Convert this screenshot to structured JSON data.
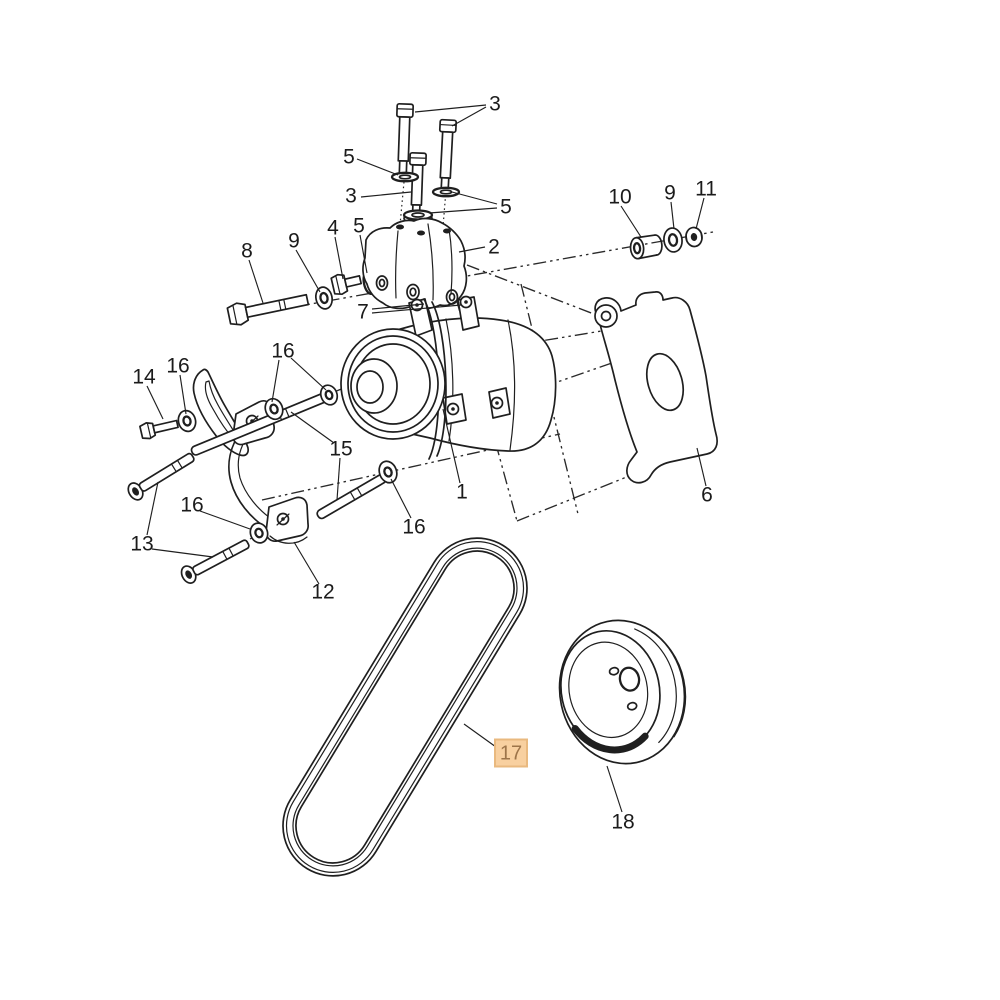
{
  "figure": {
    "type": "exploded-parts-diagram",
    "subject": "compressor mounting, belt and pulley assembly",
    "background_color": "#ffffff",
    "line_color": "#1f1f1f",
    "highlight_fill": "#f8d0a0",
    "highlight_border": "#e9b97f",
    "highlight_text_color": "#9d7449",
    "selected_callout": "17",
    "part_numbers_shown": [
      "1",
      "2",
      "3",
      "4",
      "5",
      "6",
      "7",
      "8",
      "9",
      "10",
      "11",
      "12",
      "13",
      "14",
      "15",
      "16",
      "17",
      "18"
    ]
  },
  "labels": [
    {
      "text": "3",
      "highlighted": false
    },
    {
      "text": "5",
      "highlighted": false
    },
    {
      "text": "3",
      "highlighted": false
    },
    {
      "text": "5",
      "highlighted": false
    },
    {
      "text": "10",
      "highlighted": false
    },
    {
      "text": "9",
      "highlighted": false
    },
    {
      "text": "11",
      "highlighted": false
    },
    {
      "text": "8",
      "highlighted": false
    },
    {
      "text": "9",
      "highlighted": false
    },
    {
      "text": "4",
      "highlighted": false
    },
    {
      "text": "5",
      "highlighted": false
    },
    {
      "text": "2",
      "highlighted": false
    },
    {
      "text": "7",
      "highlighted": false
    },
    {
      "text": "16",
      "highlighted": false
    },
    {
      "text": "14",
      "highlighted": false
    },
    {
      "text": "16",
      "highlighted": false
    },
    {
      "text": "15",
      "highlighted": false
    },
    {
      "text": "1",
      "highlighted": false
    },
    {
      "text": "6",
      "highlighted": false
    },
    {
      "text": "16",
      "highlighted": false
    },
    {
      "text": "13",
      "highlighted": false
    },
    {
      "text": "16",
      "highlighted": false
    },
    {
      "text": "12",
      "highlighted": false
    },
    {
      "text": "17",
      "highlighted": true
    },
    {
      "text": "18",
      "highlighted": false
    }
  ]
}
